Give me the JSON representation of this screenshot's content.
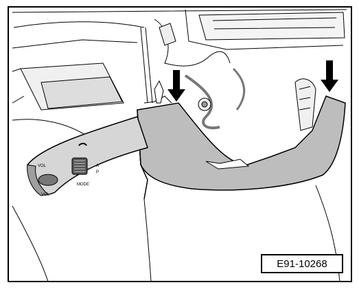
{
  "figure": {
    "reference_code": "E91-10268",
    "stalk_labels": {
      "top_left": "VOL",
      "bottom_left": "VOL",
      "bottom_mid": "MODE",
      "a": "A",
      "p": "P"
    }
  },
  "colors": {
    "line": "#000000",
    "cover_fill": "#bdbdbd",
    "stalk_fill": "#d6d6d6",
    "dark": "#555555",
    "background": "#ffffff"
  },
  "icons": [
    "down-arrow-icon",
    "down-arrow-icon",
    "phone-icon"
  ]
}
